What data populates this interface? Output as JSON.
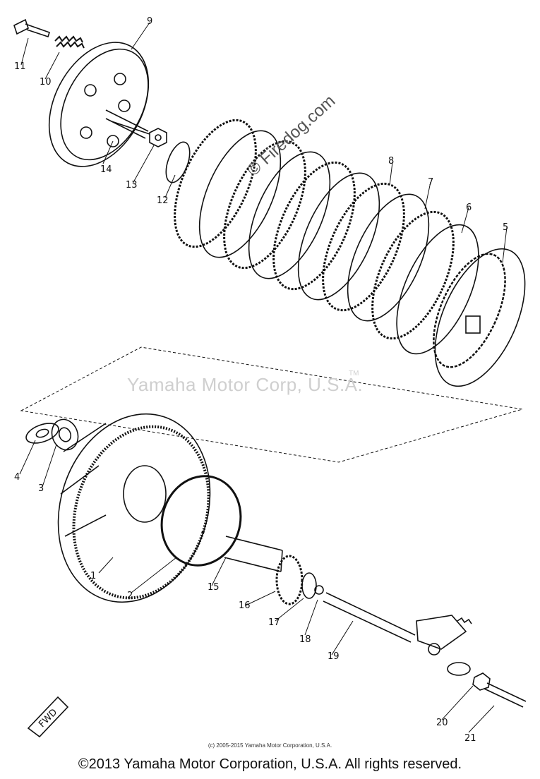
{
  "diagram": {
    "callouts": [
      "1",
      "2",
      "3",
      "4",
      "5",
      "6",
      "7",
      "8",
      "9",
      "10",
      "11",
      "12",
      "13",
      "14",
      "15",
      "16",
      "17",
      "18",
      "19",
      "20",
      "21"
    ],
    "fwd_badge": "FWD"
  },
  "watermarks": {
    "center": "Yamaha Motor Corp, U.S.A.",
    "center_tm": "TM",
    "diagonal": "© Firedog.com",
    "repeat": "© Firedog.com"
  },
  "footer": {
    "small": "(c) 2005-2015 Yamaha Motor Corporation, U.S.A.",
    "main": "©2013 Yamaha Motor Corporation, U.S.A. All rights reserved."
  }
}
